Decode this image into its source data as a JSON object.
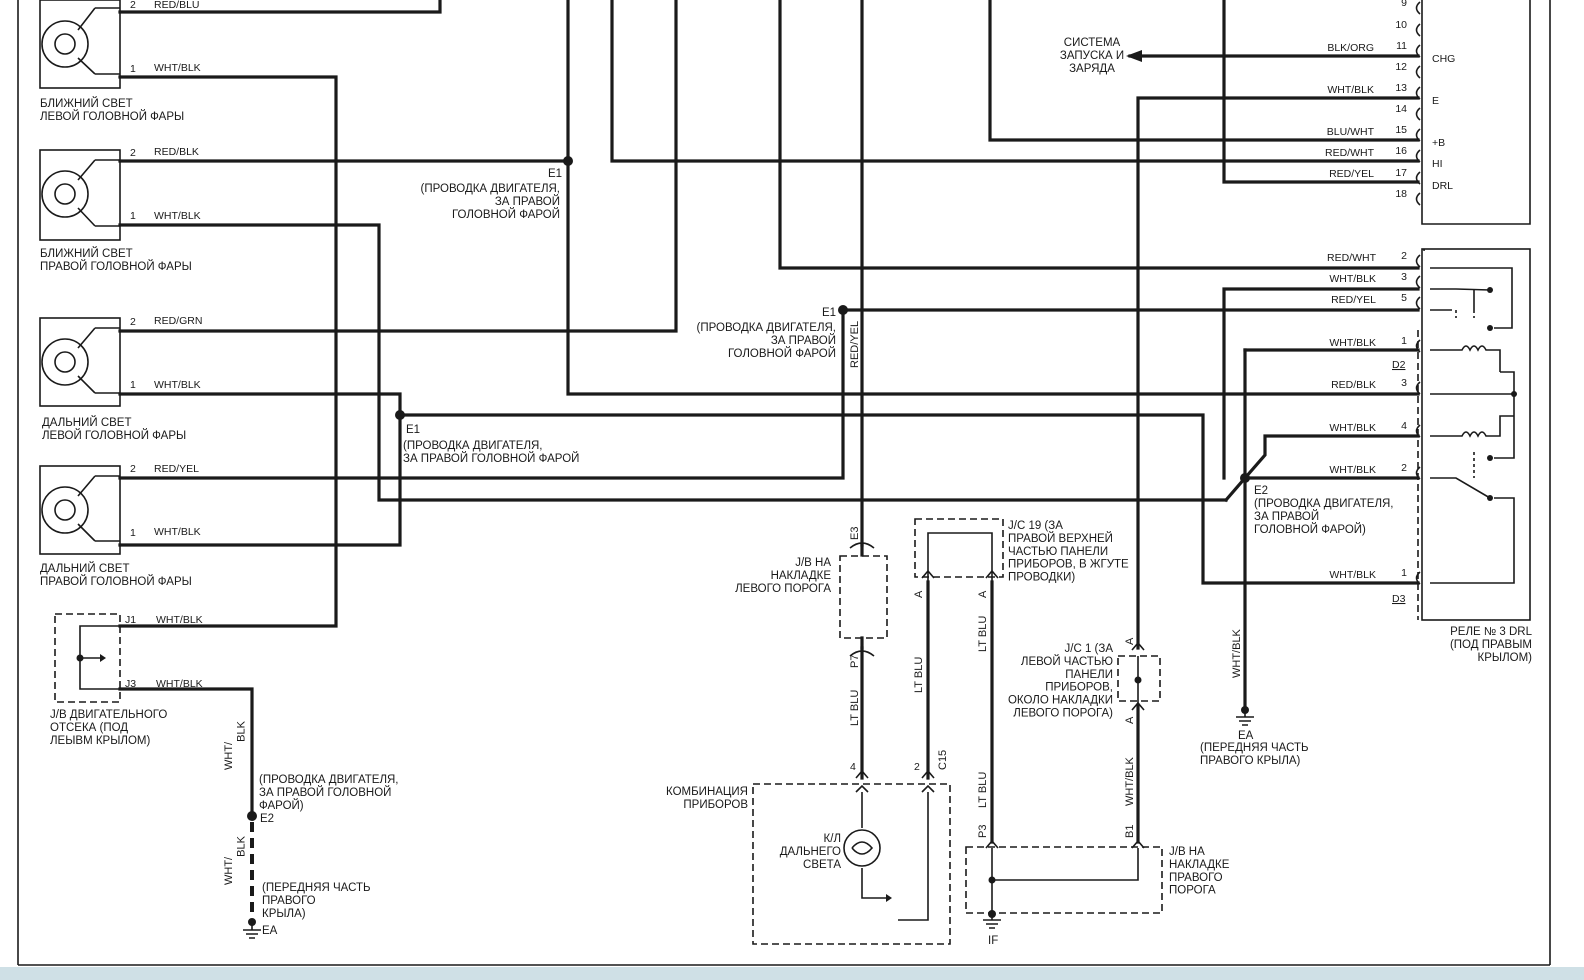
{
  "diagram": {
    "headlamps": {
      "low_left": "БЛИЖНИЙ СВЕТ\nЛЕВОЙ ГОЛОВНОЙ ФАРЫ",
      "low_right": "БЛИЖНИЙ СВЕТ\nПРАВОЙ ГОЛОВНОЙ ФАРЫ",
      "high_left": "ДАЛЬНИЙ СВЕТ\nЛЕВОЙ ГОЛОВНОЙ ФАРЫ",
      "high_right": "ДАЛЬНИЙ СВЕТ\nПРАВОЙ ГОЛОВНОЙ ФАРЫ"
    },
    "pins": {
      "p1": "1",
      "p2": "2",
      "j1": "J1",
      "j3": "J3",
      "four": "4",
      "a": "A",
      "p3": "P3",
      "p7": "P7",
      "b1": "B1",
      "e3": "E3",
      "c15": "C15",
      "conn": [
        "9",
        "10",
        "11",
        "12",
        "13",
        "14",
        "15",
        "16",
        "17",
        "18"
      ],
      "relay": [
        "2",
        "3",
        "5",
        "1",
        "3",
        "4",
        "2",
        "1"
      ]
    },
    "wires": {
      "red_blu": "RED/BLU",
      "red_blk": "RED/BLK",
      "red_grn": "RED/GRN",
      "red_yel": "RED/YEL",
      "wht_blk": "WHT/BLK",
      "blk_org": "BLK/ORG",
      "blu_wht": "BLU/WHT",
      "red_wht": "RED/WHT",
      "lt_blu": "LT BLU",
      "wht_blk_split": "WHT/\nBLK"
    },
    "connector_terms": {
      "chg": "CHG",
      "e": "E",
      "b": "+B",
      "hi": "HI",
      "drl": "DRL"
    },
    "relay": {
      "d2": "D2",
      "d3": "D3",
      "title": "РЕЛЕ № 3 DRL\n(ПОД ПРАВЫМ\nКРЫЛОМ)"
    },
    "splices": {
      "e1": "E1",
      "e1_a": "(ПРОВОДКА ДВИГАТЕЛЯ,\nЗА ПРАВОЙ\nГОЛОВНОЙ ФАРОЙ",
      "e1_b": "(ПРОВОДКА ДВИГАТЕЛЯ,\nЗА ПРАВОЙ\nГОЛОВНОЙ ФАРОЙ",
      "e1_c": "(ПРОВОДКА ДВИГАТЕЛЯ,\nЗА ПРАВОЙ ГОЛОВНОЙ ФАРОЙ",
      "e2": "E2",
      "e2_right": "(ПРОВОДКА ДВИГАТЕЛЯ,\nЗА ПРАВОЙ\nГОЛОВНОЙ ФАРОЙ)",
      "e2_left": "(ПРОВОДКА ДВИГАТЕЛЯ,\nЗА ПРАВОЙ ГОЛОВНОЙ\nФАРОЙ)"
    },
    "grounds": {
      "ea": "EA",
      "ea_right": "(ПЕРЕДНЯЯ ЧАСТЬ\nПРАВОГО КРЫЛА)",
      "ea_left": "(ПЕРЕДНЯЯ ЧАСТЬ\nПРАВОГО\nКРЫЛА)",
      "if": "IF"
    },
    "blocks": {
      "jb_engine": "J/B ДВИГАТЕЛЬНОГО\nОТСЕКА (ПОД\nЛЕЫВМ КРЫЛОМ)",
      "jb_left_sill": "J/B НА\nНАКЛАДКЕ\nЛЕВОГО ПОРОГА",
      "jc19": "J/C 19 (ЗА\nПРАВОЙ ВЕРХНЕЙ\nЧАСТЬЮ ПАНЕЛИ\nПРИБОРОВ, В ЖГУТЕ\nПРОВОДКИ)",
      "jc1": "J/C 1 (ЗА\nЛЕВОЙ ЧАСТЬЮ\nПАНЕЛИ\nПРИБОРОВ,\nОКОЛО НАКЛАДКИ\nЛЕВОГО ПОРОГА)",
      "jb_right_sill": "J/B НА\nНАКЛАДКЕ\nПРАВОГО\nПОРОГА",
      "combination": "КОМБИНАЦИЯ\nПРИБОРОВ",
      "hi_beam": "К/Л\nДАЛЬНЕГО\nСВЕТА",
      "start_charge": "СИСТЕМА\nЗАПУСКА И\nЗАРЯДА"
    }
  }
}
